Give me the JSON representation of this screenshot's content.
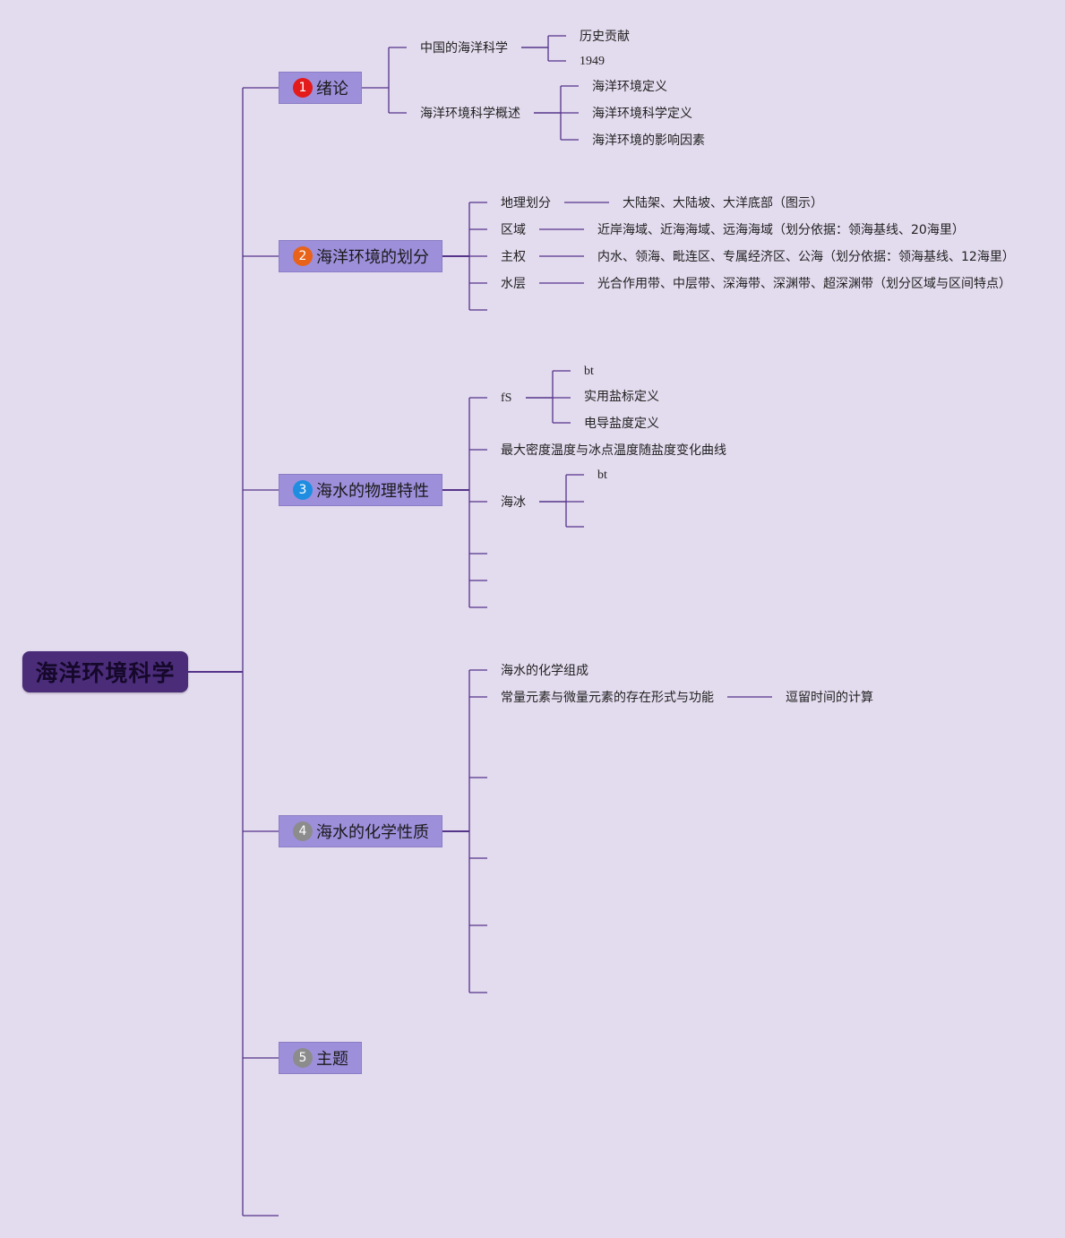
{
  "root": {
    "title": "海洋环境科学"
  },
  "branches": [
    {
      "number": "1",
      "label": "绪论",
      "badge_color": "#e31b1b"
    },
    {
      "number": "2",
      "label": "海洋环境的划分",
      "badge_color": "#e8621a"
    },
    {
      "number": "3",
      "label": "海水的物理特性",
      "badge_color": "#1f8de0"
    },
    {
      "number": "4",
      "label": "海水的化学性质",
      "badge_color": "#8c8c8c"
    },
    {
      "number": "5",
      "label": "主题",
      "badge_color": "#8c8c8c"
    }
  ],
  "b1": {
    "sub1": "中国的海洋科学",
    "sub1_children": [
      "历史贡献",
      "1949"
    ],
    "sub2": "海洋环境科学概述",
    "sub2_children": [
      "海洋环境定义",
      "海洋环境科学定义",
      "海洋环境的影响因素"
    ]
  },
  "b2": {
    "items": [
      {
        "label": "地理划分",
        "detail": "大陆架、大陆坡、大洋底部（图示）"
      },
      {
        "label": "区域",
        "detail": "近岸海域、近海海域、远海海域（划分依据：领海基线、20海里）"
      },
      {
        "label": "主权",
        "detail": "内水、领海、毗连区、专属经济区、公海（划分依据：领海基线、12海里）"
      },
      {
        "label": "水层",
        "detail": "光合作用带、中层带、深海带、深渊带、超深渊带（划分区域与区间特点）"
      }
    ]
  },
  "b3": {
    "fs": "fS",
    "fs_children": [
      "bt",
      "实用盐标定义",
      "电导盐度定义"
    ],
    "curve": "最大密度温度与冰点温度随盐度变化曲线",
    "ice": "海冰",
    "ice_children": [
      "bt"
    ]
  },
  "b4": {
    "items": [
      "海水的化学组成",
      "常量元素与微量元素的存在形式与功能"
    ],
    "detail": "逗留时间的计算"
  },
  "colors": {
    "background": "#e3dbee",
    "root_fill": "#4a2c79",
    "branch_fill": "#9e8fdb",
    "line": "#55348a",
    "thin_line": "#7b66ad"
  }
}
